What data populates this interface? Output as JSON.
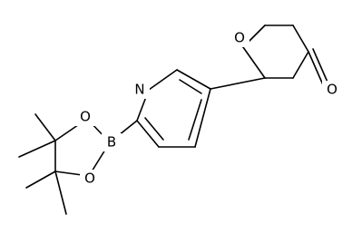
{
  "molecule": {
    "atoms": {
      "ring_oxygen": "O",
      "ketone_oxygen": "O",
      "pyridine_nitrogen": "N",
      "boron": "B",
      "dioxaborolane_oxygen_upper": "O",
      "dioxaborolane_oxygen_lower": "O"
    },
    "line_color": "#000000",
    "background_color": "#ffffff"
  }
}
